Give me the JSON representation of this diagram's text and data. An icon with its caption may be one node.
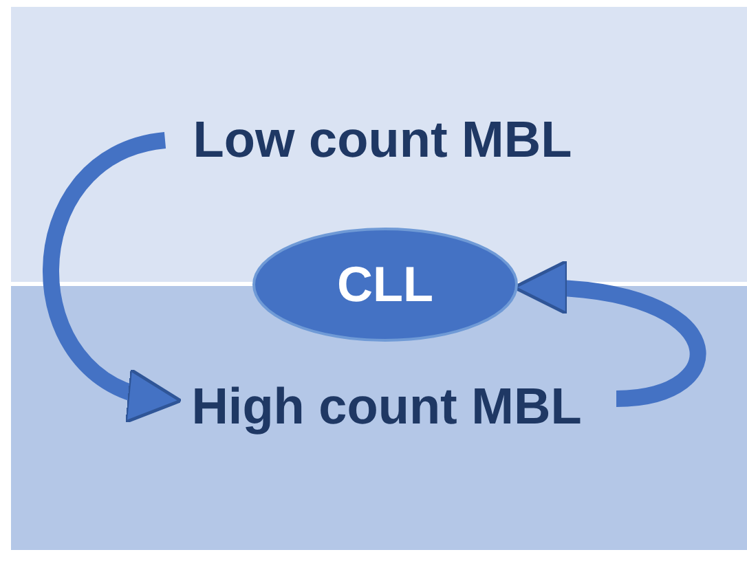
{
  "diagram": {
    "nodes": [
      {
        "text": [
          "Low count MBL"
        ]
      },
      {
        "text": [
          "CLL"
        ]
      },
      {
        "text": [
          "High count MBL"
        ]
      }
    ],
    "edges": [
      {
        "from": 0,
        "to": 2,
        "arrow": "to"
      },
      {
        "from": 2,
        "to": 1,
        "arrow": "to"
      }
    ]
  }
}
